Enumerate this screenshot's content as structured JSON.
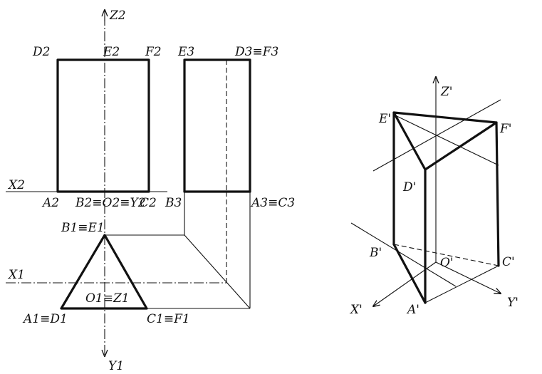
{
  "left_view": {
    "axes": {
      "z2": "Z2",
      "x2": "X2",
      "x1": "X1",
      "y1": "Y1"
    },
    "points": {
      "d2": "D2",
      "e2": "E2",
      "f2": "F2",
      "e3": "E3",
      "d3f3": "D3≡F3",
      "a2": "A2",
      "b2o2y2": "B2≡O2≡Y2",
      "c2": "C2",
      "b3": "B3",
      "a3c3": "A3≡C3",
      "b1e1": "B1≡E1",
      "o1z1": "O1≡Z1",
      "a1d1": "A1≡D1",
      "c1f1": "C1≡F1"
    }
  },
  "right_view": {
    "axes": {
      "z": "Z'",
      "x": "X'",
      "y": "Y'"
    },
    "points": {
      "e": "E'",
      "f": "F'",
      "d": "D'",
      "b": "B'",
      "o": "O'",
      "c": "C'",
      "a": "A'"
    }
  }
}
